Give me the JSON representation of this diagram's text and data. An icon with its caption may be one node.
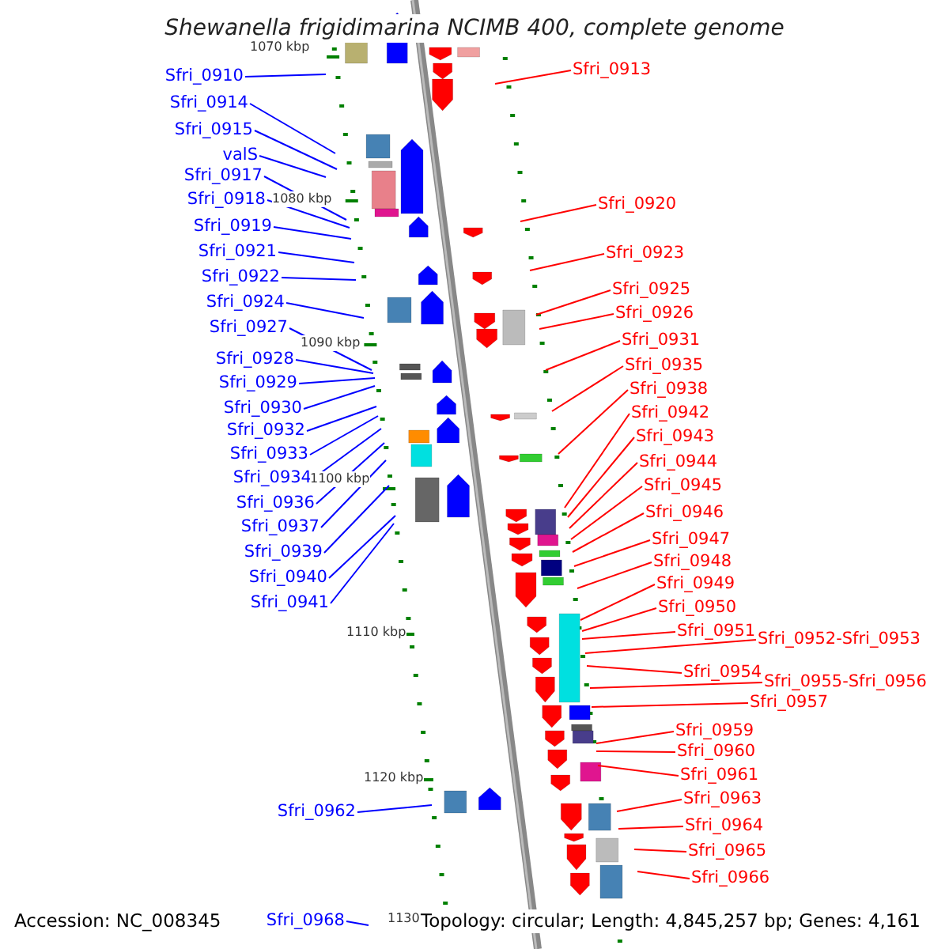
{
  "diagram": {
    "title": "Shewanella frigidimarina NCIMB 400, complete genome",
    "nodes": [
      {
        "text": [
          "Sfri_0910"
        ]
      },
      {
        "text": [
          "Sfri_0914"
        ]
      },
      {
        "text": [
          "Sfri_0915"
        ]
      },
      {
        "text": [
          "valS"
        ]
      },
      {
        "text": [
          "Sfri_0917"
        ]
      },
      {
        "text": [
          "Sfri_0918"
        ]
      },
      {
        "text": [
          "Sfri_0919"
        ]
      },
      {
        "text": [
          "Sfri_0921"
        ]
      },
      {
        "text": [
          "Sfri_0922"
        ]
      },
      {
        "text": [
          "Sfri_0924"
        ]
      },
      {
        "text": [
          "Sfri_0927"
        ]
      },
      {
        "text": [
          "Sfri_0928"
        ]
      },
      {
        "text": [
          "Sfri_0929"
        ]
      },
      {
        "text": [
          "Sfri_0930"
        ]
      },
      {
        "text": [
          "Sfri_0932"
        ]
      },
      {
        "text": [
          "Sfri_0933"
        ]
      },
      {
        "text": [
          "Sfri_0934"
        ]
      },
      {
        "text": [
          "Sfri_0936"
        ]
      },
      {
        "text": [
          "Sfri_0937"
        ]
      },
      {
        "text": [
          "Sfri_0939"
        ]
      },
      {
        "text": [
          "Sfri_0940"
        ]
      },
      {
        "text": [
          "Sfri_0941"
        ]
      },
      {
        "text": [
          "Sfri_0962"
        ]
      },
      {
        "text": [
          "Sfri_0968"
        ]
      },
      {
        "text": [
          "Sfri_0913"
        ]
      },
      {
        "text": [
          "Sfri_0920"
        ]
      },
      {
        "text": [
          "Sfri_0923"
        ]
      },
      {
        "text": [
          "Sfri_0925"
        ]
      },
      {
        "text": [
          "Sfri_0926"
        ]
      },
      {
        "text": [
          "Sfri_0931"
        ]
      },
      {
        "text": [
          "Sfri_0935"
        ]
      },
      {
        "text": [
          "Sfri_0938"
        ]
      },
      {
        "text": [
          "Sfri_0942"
        ]
      },
      {
        "text": [
          "Sfri_0943"
        ]
      },
      {
        "text": [
          "Sfri_0944"
        ]
      },
      {
        "text": [
          "Sfri_0945"
        ]
      },
      {
        "text": [
          "Sfri_0946"
        ]
      },
      {
        "text": [
          "Sfri_0947"
        ]
      },
      {
        "text": [
          "Sfri_0948"
        ]
      },
      {
        "text": [
          "Sfri_0949"
        ]
      },
      {
        "text": [
          "Sfri_0950"
        ]
      },
      {
        "text": [
          "Sfri_0951"
        ]
      },
      {
        "text": [
          "Sfri_0952-Sfri_0953"
        ]
      },
      {
        "text": [
          "Sfri_0954"
        ]
      },
      {
        "text": [
          "Sfri_0955-Sfri_0956"
        ]
      },
      {
        "text": [
          "Sfri_0957"
        ]
      },
      {
        "text": [
          "Sfri_0959"
        ]
      },
      {
        "text": [
          "Sfri_0960"
        ]
      },
      {
        "text": [
          "Sfri_0961"
        ]
      },
      {
        "text": [
          "Sfri_0963"
        ]
      },
      {
        "text": [
          "Sfri_0964"
        ]
      },
      {
        "text": [
          "Sfri_0965"
        ]
      },
      {
        "text": [
          "Sfri_0966"
        ]
      }
    ],
    "edges": [
      {
        "from": 0,
        "to": null,
        "arrow": "none",
        "color": "#0000ff"
      },
      {
        "from": 1,
        "to": null,
        "arrow": "none",
        "color": "#0000ff"
      },
      {
        "from": 2,
        "to": null,
        "arrow": "none",
        "color": "#0000ff"
      },
      {
        "from": 3,
        "to": null,
        "arrow": "none",
        "color": "#0000ff"
      },
      {
        "from": 4,
        "to": null,
        "arrow": "none",
        "color": "#0000ff"
      },
      {
        "from": 5,
        "to": null,
        "arrow": "none",
        "color": "#0000ff"
      },
      {
        "from": 6,
        "to": null,
        "arrow": "none",
        "color": "#0000ff"
      },
      {
        "from": 7,
        "to": null,
        "arrow": "none",
        "color": "#0000ff"
      },
      {
        "from": 8,
        "to": null,
        "arrow": "none",
        "color": "#0000ff"
      },
      {
        "from": 9,
        "to": null,
        "arrow": "none",
        "color": "#0000ff"
      },
      {
        "from": 10,
        "to": null,
        "arrow": "none",
        "color": "#0000ff"
      },
      {
        "from": 11,
        "to": null,
        "arrow": "none",
        "color": "#0000ff"
      },
      {
        "from": 12,
        "to": null,
        "arrow": "none",
        "color": "#0000ff"
      },
      {
        "from": 13,
        "to": null,
        "arrow": "none",
        "color": "#0000ff"
      },
      {
        "from": 14,
        "to": null,
        "arrow": "none",
        "color": "#0000ff"
      },
      {
        "from": 15,
        "to": null,
        "arrow": "none",
        "color": "#0000ff"
      },
      {
        "from": 16,
        "to": null,
        "arrow": "none",
        "color": "#0000ff"
      },
      {
        "from": 17,
        "to": null,
        "arrow": "none",
        "color": "#0000ff"
      },
      {
        "from": 18,
        "to": null,
        "arrow": "none",
        "color": "#0000ff"
      },
      {
        "from": 19,
        "to": null,
        "arrow": "none",
        "color": "#0000ff"
      },
      {
        "from": 20,
        "to": null,
        "arrow": "none",
        "color": "#0000ff"
      },
      {
        "from": 21,
        "to": null,
        "arrow": "none",
        "color": "#0000ff"
      },
      {
        "from": 22,
        "to": null,
        "arrow": "none",
        "color": "#0000ff"
      },
      {
        "from": 23,
        "to": null,
        "arrow": "none",
        "color": "#0000ff"
      },
      {
        "from": 24,
        "to": null,
        "arrow": "none"
      },
      {
        "from": 25,
        "to": null,
        "arrow": "none"
      },
      {
        "from": 26,
        "to": null,
        "arrow": "none"
      },
      {
        "from": 27,
        "to": null,
        "arrow": "none"
      },
      {
        "from": 28,
        "to": null,
        "arrow": "none"
      },
      {
        "from": 29,
        "to": null,
        "arrow": "none"
      },
      {
        "from": 30,
        "to": null,
        "arrow": "none"
      },
      {
        "from": 31,
        "to": null,
        "arrow": "none"
      },
      {
        "from": 32,
        "to": null,
        "arrow": "none"
      },
      {
        "from": 33,
        "to": null,
        "arrow": "none"
      },
      {
        "from": 34,
        "to": null,
        "arrow": "none"
      },
      {
        "from": 35,
        "to": null,
        "arrow": "none"
      },
      {
        "from": 36,
        "to": null,
        "arrow": "none"
      },
      {
        "from": 37,
        "to": null,
        "arrow": "none"
      },
      {
        "from": 38,
        "to": null,
        "arrow": "none"
      },
      {
        "from": 39,
        "to": null,
        "arrow": "none"
      },
      {
        "from": 40,
        "to": null,
        "arrow": "none"
      },
      {
        "from": 41,
        "to": null,
        "arrow": "none"
      },
      {
        "from": 42,
        "to": null,
        "arrow": "none"
      },
      {
        "from": 43,
        "to": null,
        "arrow": "none"
      },
      {
        "from": 44,
        "to": null,
        "arrow": "none"
      },
      {
        "from": 45,
        "to": null,
        "arrow": "none"
      },
      {
        "from": 46,
        "to": null,
        "arrow": "none"
      },
      {
        "from": 47,
        "to": null,
        "arrow": "none"
      },
      {
        "from": 48,
        "to": null,
        "arrow": "none"
      },
      {
        "from": 49,
        "to": null,
        "arrow": "none"
      },
      {
        "from": 50,
        "to": null,
        "arrow": "none"
      },
      {
        "from": 51,
        "to": null,
        "arrow": "none"
      },
      {
        "from": 52,
        "to": null,
        "arrow": "none"
      }
    ],
    "labels": [
      "1070 kbp",
      "1080 kbp",
      "1090 kbp",
      "1100 kbp",
      "1110 kbp",
      "1120 kbp",
      "1130",
      "Accession: NC_008345",
      "Topology: circular; Length: 4,845,257 bp; Genes: 4,161"
    ]
  }
}
